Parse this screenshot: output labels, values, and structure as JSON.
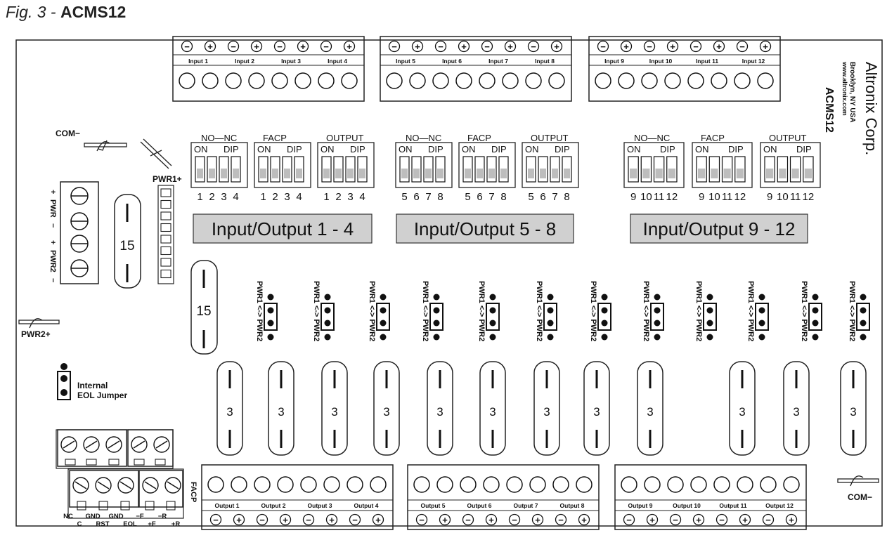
{
  "figure": {
    "prefix": "Fig. 3 - ",
    "title": "ACMS12"
  },
  "brand": {
    "name": "Altronix Corp.",
    "city": "Brooklyn, NY USA",
    "web": "www.altronix.com",
    "model": "ACMS12"
  },
  "input_terminals": [
    {
      "labels": [
        "Input 1",
        "Input 2",
        "Input 3",
        "Input 4"
      ]
    },
    {
      "labels": [
        "Input 5",
        "Input 6",
        "Input 7",
        "Input 8"
      ]
    },
    {
      "labels": [
        "Input 9",
        "Input 10",
        "Input 11",
        "Input 12"
      ]
    }
  ],
  "output_terminals": [
    {
      "labels": [
        "Output 1",
        "Output 2",
        "Output 3",
        "Output 4"
      ]
    },
    {
      "labels": [
        "Output 5",
        "Output 6",
        "Output 7",
        "Output 8"
      ]
    },
    {
      "labels": [
        "Output 9",
        "Output 10",
        "Output 11",
        "Output 12"
      ]
    }
  ],
  "polarity": {
    "minus": "−",
    "plus": "+"
  },
  "dip": {
    "no_nc": "NO—NC",
    "facp": "FACP",
    "output": "OUTPUT",
    "on": "ON",
    "dip": "DIP",
    "numbers": [
      [
        "1",
        "2",
        "3",
        "4"
      ],
      [
        "5",
        "6",
        "7",
        "8"
      ],
      [
        "9",
        "10",
        "11",
        "12"
      ]
    ]
  },
  "group_labels": [
    "Input/Output 1 - 4",
    "Input/Output 5 - 8",
    "Input/Output 9 - 12"
  ],
  "labels": {
    "com_top": "COM−",
    "com_bottom": "COM−",
    "pwr1_plus": "PWR1+",
    "pwr2_plus": "PWR2+",
    "pwr_plus": "+",
    "pwr": "PWR",
    "pwr_minus": "−",
    "pwr2_plus_sign": "+",
    "pwr2": "PWR2",
    "pwr2_minus": "−",
    "internal": "Internal",
    "eol_jumper": "EOL Jumper",
    "facp": "FACP",
    "jumper_label": "PWR1 <-> PWR2"
  },
  "fuses": {
    "main": "15",
    "output": "3"
  },
  "facp_terminals": {
    "top_row": [
      "NC",
      "GND",
      "GND",
      "−F",
      "−R"
    ],
    "bottom_row": [
      "C",
      "RST",
      "EOL",
      "+F",
      "+R"
    ]
  }
}
